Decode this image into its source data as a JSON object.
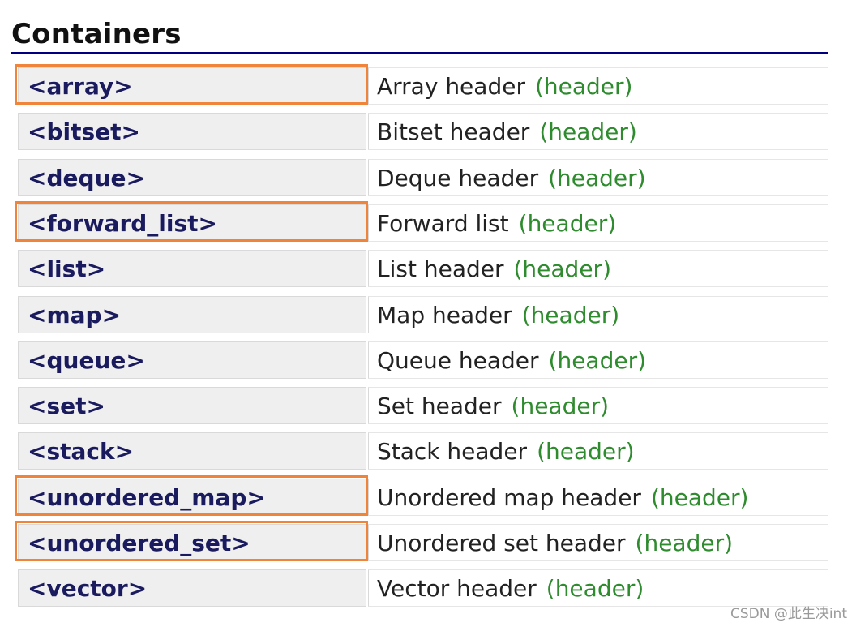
{
  "title": "Containers",
  "headers": [
    {
      "name": "<array>",
      "desc": "Array header",
      "tag": "(header)",
      "highlighted": true
    },
    {
      "name": "<bitset>",
      "desc": "Bitset header",
      "tag": "(header)",
      "highlighted": false
    },
    {
      "name": "<deque>",
      "desc": "Deque header",
      "tag": "(header)",
      "highlighted": false
    },
    {
      "name": "<forward_list>",
      "desc": "Forward list",
      "tag": "(header)",
      "highlighted": true
    },
    {
      "name": "<list>",
      "desc": "List header",
      "tag": "(header)",
      "highlighted": false
    },
    {
      "name": "<map>",
      "desc": "Map header",
      "tag": "(header)",
      "highlighted": false
    },
    {
      "name": "<queue>",
      "desc": "Queue header",
      "tag": "(header)",
      "highlighted": false
    },
    {
      "name": "<set>",
      "desc": "Set header",
      "tag": "(header)",
      "highlighted": false
    },
    {
      "name": "<stack>",
      "desc": "Stack header",
      "tag": "(header)",
      "highlighted": false
    },
    {
      "name": "<unordered_map>",
      "desc": "Unordered map header",
      "tag": "(header)",
      "highlighted": true
    },
    {
      "name": "<unordered_set>",
      "desc": "Unordered set header",
      "tag": "(header)",
      "highlighted": true
    },
    {
      "name": "<vector>",
      "desc": "Vector header",
      "tag": "(header)",
      "highlighted": false
    }
  ],
  "watermark": "CSDN @此生决int",
  "colors": {
    "title_rule": "#00007f",
    "name_link": "#1a1a5e",
    "tag_green": "#2e8b2e",
    "highlight_orange": "#f0843a",
    "name_cell_bg": "#efefef"
  }
}
